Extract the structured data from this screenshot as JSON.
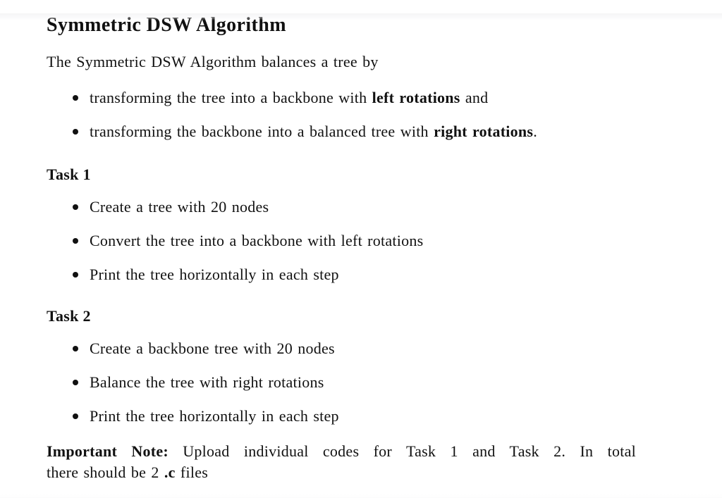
{
  "document": {
    "title": "Symmetric DSW Algorithm",
    "intro": "The Symmetric DSW Algorithm balances a tree by",
    "overview": {
      "bullets": [
        {
          "pre": "transforming the tree into a backbone with ",
          "bold": "left rotations",
          "post": " and"
        },
        {
          "pre": "transforming the backbone into a balanced tree with ",
          "bold": "right rotations",
          "post": "."
        }
      ]
    },
    "tasks": [
      {
        "heading": "Task 1",
        "bullets": [
          "Create a tree with 20 nodes",
          "Convert the tree into a backbone with left rotations",
          "Print the tree horizontally in each step"
        ]
      },
      {
        "heading": "Task 2",
        "bullets": [
          "Create a backbone tree with 20 nodes",
          "Balance the tree with right rotations",
          "Print the tree horizontally in each step"
        ]
      }
    ],
    "note": {
      "label": "Important Note:",
      "line1_rest": " Upload individual codes for Task 1 and Task 2. In total",
      "line2_pre": "there should be 2 ",
      "line2_bold": ".c",
      "line2_post": " files"
    },
    "colors": {
      "text": "#111111",
      "background": "#ffffff",
      "edge_tint": "#f2f2f3"
    }
  }
}
